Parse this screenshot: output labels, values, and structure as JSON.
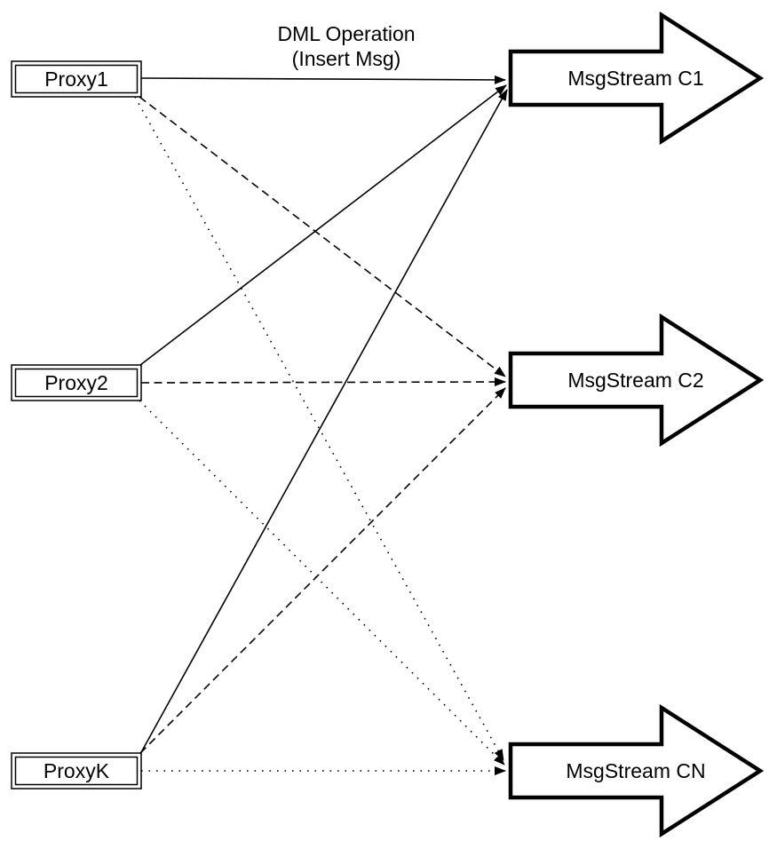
{
  "diagram": {
    "annotation": {
      "line1": "DML Operation",
      "line2": "(Insert Msg)"
    },
    "proxies": [
      {
        "label": "Proxy1"
      },
      {
        "label": "Proxy2"
      },
      {
        "label": "ProxyK"
      }
    ],
    "streams": [
      {
        "label": "MsgStream C1"
      },
      {
        "label": "MsgStream C2"
      },
      {
        "label": "MsgStream CN"
      }
    ],
    "edges": [
      {
        "from": "Proxy1",
        "to": "MsgStream C1",
        "style": "solid"
      },
      {
        "from": "Proxy2",
        "to": "MsgStream C1",
        "style": "solid"
      },
      {
        "from": "ProxyK",
        "to": "MsgStream C1",
        "style": "solid"
      },
      {
        "from": "Proxy1",
        "to": "MsgStream C2",
        "style": "dashed"
      },
      {
        "from": "Proxy2",
        "to": "MsgStream C2",
        "style": "dashed"
      },
      {
        "from": "ProxyK",
        "to": "MsgStream C2",
        "style": "dashed"
      },
      {
        "from": "Proxy1",
        "to": "MsgStream CN",
        "style": "dotted"
      },
      {
        "from": "Proxy2",
        "to": "MsgStream CN",
        "style": "dotted"
      },
      {
        "from": "ProxyK",
        "to": "MsgStream CN",
        "style": "dotted"
      }
    ],
    "colors": {
      "background": "#ffffff",
      "stroke": "#000000",
      "shape_fill": "#ffffff"
    }
  }
}
